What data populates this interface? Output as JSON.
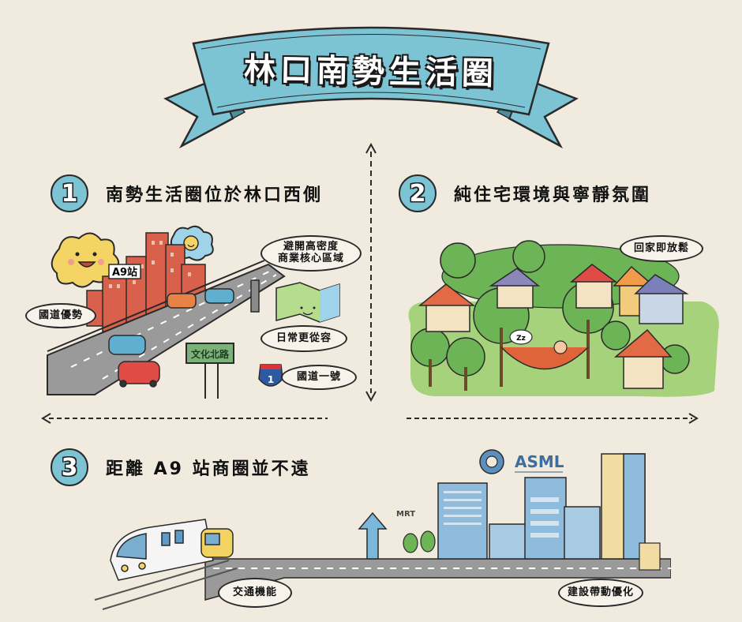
{
  "title": "林口南勢生活圈",
  "colors": {
    "background": "#f1ebdf",
    "banner": "#7cc3d3",
    "badge": "#7cc3d3",
    "road": "#8f8f8f",
    "building_red": "#d9614c",
    "grass": "#9dcf6a",
    "tree": "#5fae4a",
    "office_blue": "#8fbcdc"
  },
  "sections": [
    {
      "number": "1",
      "title": "南勢生活圈位於林口西側",
      "callouts": [
        "國道優勢",
        "避開高密度\n商業核心區域",
        "日常更從容",
        "國道一號"
      ],
      "sign_text": "文化北路",
      "district_sign": "A9站",
      "highway_shield": "1"
    },
    {
      "number": "2",
      "title": "純住宅環境與寧靜氛圍",
      "callouts": [
        "回家即放鬆"
      ],
      "sleep_bubble": "Zz"
    },
    {
      "number": "3",
      "title": "距離 A9 站商圈並不遠",
      "callouts": [
        "交通機能",
        "建設帶動優化"
      ],
      "logo_text": "ASML",
      "arrow_label": "MRT"
    }
  ]
}
